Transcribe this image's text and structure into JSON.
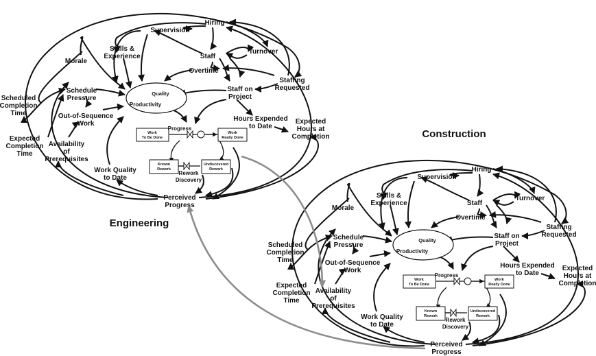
{
  "titles": {
    "engineering": "Engineering",
    "construction": "Construction"
  },
  "labels": {
    "supervision": "Supervision",
    "hiring": "Hiring",
    "skills_line1": "Skills &",
    "skills_line2": "Experience",
    "staff": "Staff",
    "turnover": "Turnover",
    "morale": "Morale",
    "overtime": "Overtime",
    "staffing_line1": "Staffing",
    "staffing_line2": "Requested",
    "quality": "Quality",
    "productivity": "Productivity",
    "staff_on_project_line1": "Staff on",
    "staff_on_project_line2": "Project",
    "schedule_pressure_line1": "Schedule",
    "schedule_pressure_line2": "Pressure",
    "scheduled_completion_line1": "Scheduled",
    "scheduled_completion_line2": "Completion",
    "scheduled_completion_line3": "Time",
    "out_of_sequence_line1": "Out-of-Sequence",
    "out_of_sequence_line2": "Work",
    "hours_expended_line1": "Hours Expended",
    "hours_expended_line2": "to Date",
    "expected_hours_line1": "Expected",
    "expected_hours_line2": "Hours at",
    "expected_hours_line3": "Completion",
    "progress": "Progress",
    "expected_completion_line1": "Expected",
    "expected_completion_line2": "Completion",
    "expected_completion_line3": "Time",
    "availability_line1": "Availability",
    "availability_line2": "of",
    "availability_line3": "Prerequisites",
    "availability_c_line1": "Availability",
    "availability_c_line2": "of",
    "availability_c_line3": "Prerequisites",
    "work_quality_line1": "Work Quality",
    "work_quality_line2": "to Date",
    "rework_discovery_line1": "Rework",
    "rework_discovery_line2": "Discovery",
    "perceived_line1": "Perceived",
    "perceived_line2": "Progress"
  },
  "boxes": {
    "work_to_be_done_line1": "Work",
    "work_to_be_done_line2": "To Be Done",
    "work_really_done_line1": "Work",
    "work_really_done_line2": "Really Done",
    "known_rework_line1": "Known",
    "known_rework_line2": "Rework",
    "undiscovered_line1": "Undiscovered",
    "undiscovered_line2": "Rework"
  }
}
